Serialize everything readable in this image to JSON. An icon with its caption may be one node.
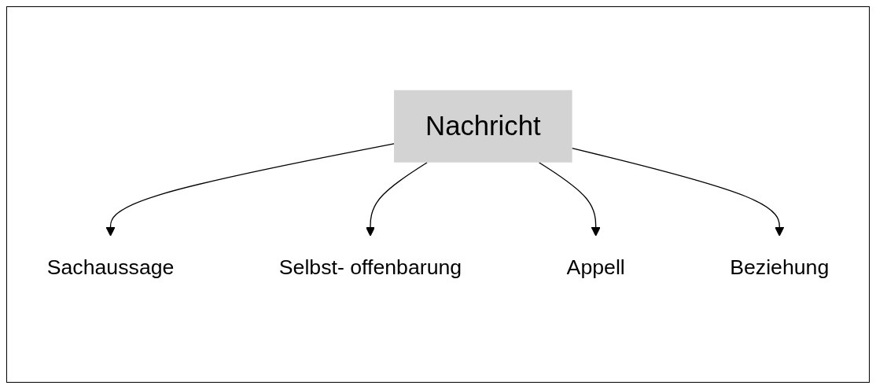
{
  "diagram": {
    "nodes": [
      {
        "text": [
          "Nachricht"
        ]
      },
      {
        "text": [
          "Sachaussage"
        ]
      },
      {
        "text": [
          "Selbst- offenbarung"
        ]
      },
      {
        "text": [
          "Appell"
        ]
      },
      {
        "text": [
          "Beziehung"
        ]
      }
    ],
    "edges": [
      {
        "from": 0,
        "to": 1,
        "arrow": "to"
      },
      {
        "from": 0,
        "to": 2,
        "arrow": "to"
      },
      {
        "from": 0,
        "to": 3,
        "arrow": "to"
      },
      {
        "from": 0,
        "to": 4,
        "arrow": "to"
      }
    ]
  }
}
